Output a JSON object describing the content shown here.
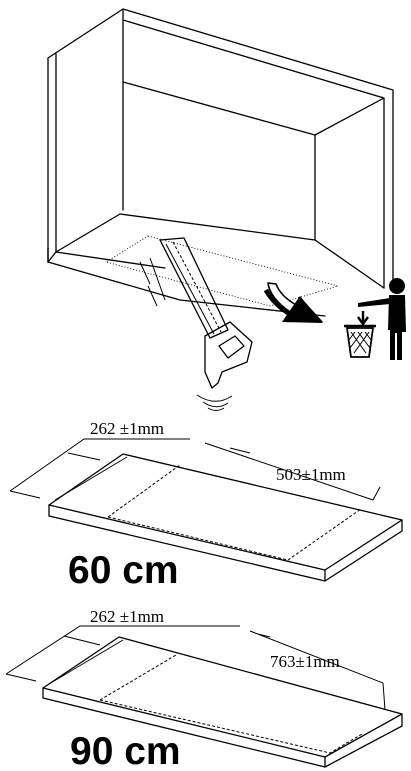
{
  "panel_60": {
    "width_dim": "262 ±1mm",
    "depth_dim": "503±1mm",
    "size_label": "60 cm"
  },
  "panel_90": {
    "width_dim": "262 ±1mm",
    "depth_dim": "763±1mm",
    "size_label": "90 cm"
  }
}
